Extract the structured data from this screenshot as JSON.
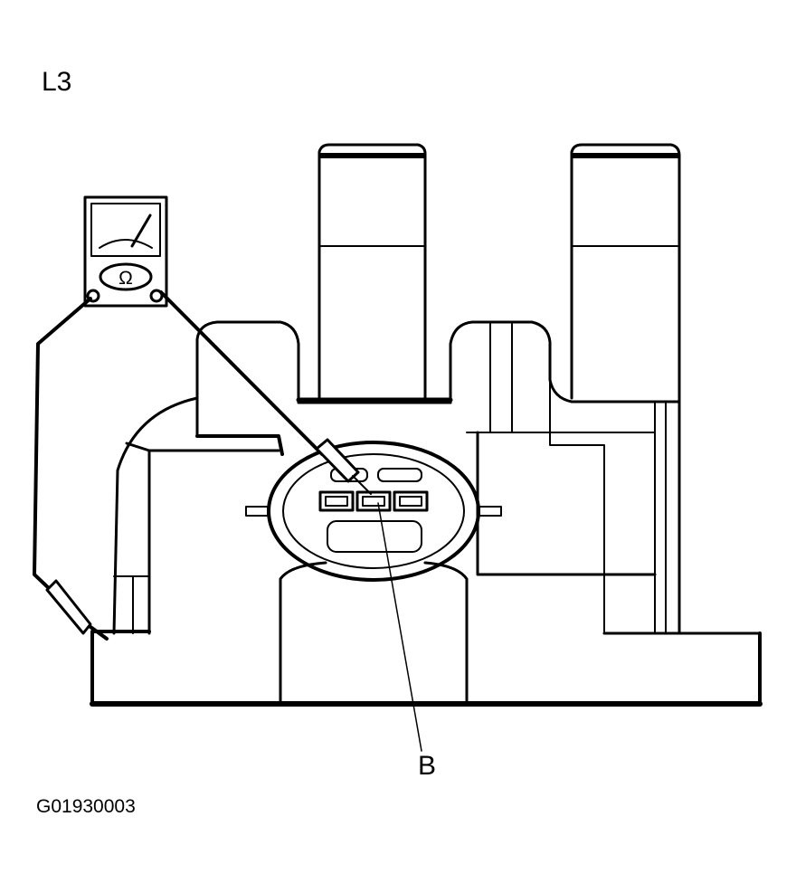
{
  "figure": {
    "view_label": "L3",
    "callout_label": "B",
    "figure_code": "G01930003",
    "meter_symbol": "Ω"
  },
  "icons": {
    "meter": "ohmmeter-icon",
    "probe": "test-probe-icon"
  },
  "colors": {
    "ink": "#000000",
    "paper": "#ffffff"
  }
}
